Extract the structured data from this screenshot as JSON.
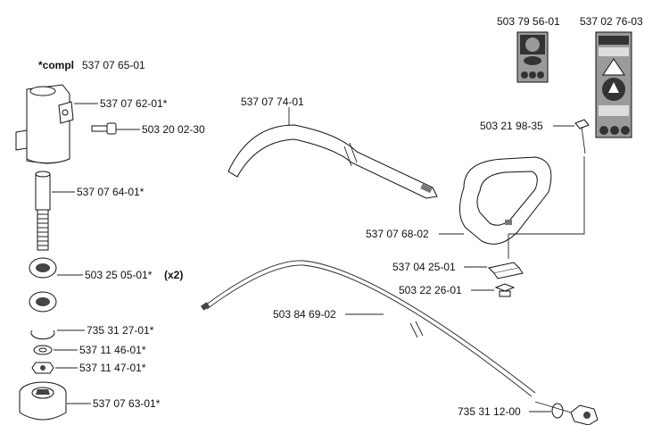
{
  "header": {
    "compl_prefix": "*compl",
    "compl_number": "537 07 65-01"
  },
  "labels": {
    "p1": "537 07 62-01*",
    "p2": "503 20 02-30",
    "p3": "537 07 64-01*",
    "p4": "503 25 05-01*",
    "p4_qty": "(x2)",
    "p5": "735 31 27-01*",
    "p6": "537 11 46-01*",
    "p7": "537 11 47-01*",
    "p8": "537 07 63-01*",
    "p9": "537 07 74-01",
    "p10": "537 07 68-02",
    "p11": "503 21 98-35",
    "p12": "537 04 25-01",
    "p13": "503 22 26-01",
    "p14": "503 84 69-02",
    "p15": "735 31 12-00",
    "decal1": "503 79 56-01",
    "decal2": "537 02 76-03"
  },
  "colors": {
    "line": "#222222",
    "decal_gray": "#9a9a9a",
    "decal_dark": "#333333"
  },
  "icons": [
    "bearing-housing-icon",
    "bolt-icon",
    "shaft-icon",
    "bearing-icon",
    "circlip-icon",
    "washer-icon",
    "nut-icon",
    "drive-flange-icon",
    "handle-bar-icon",
    "loop-handle-icon",
    "bracket-icon",
    "wing-nut-icon",
    "drive-cable-icon",
    "cable-end-icon",
    "warning-decal-icon"
  ]
}
